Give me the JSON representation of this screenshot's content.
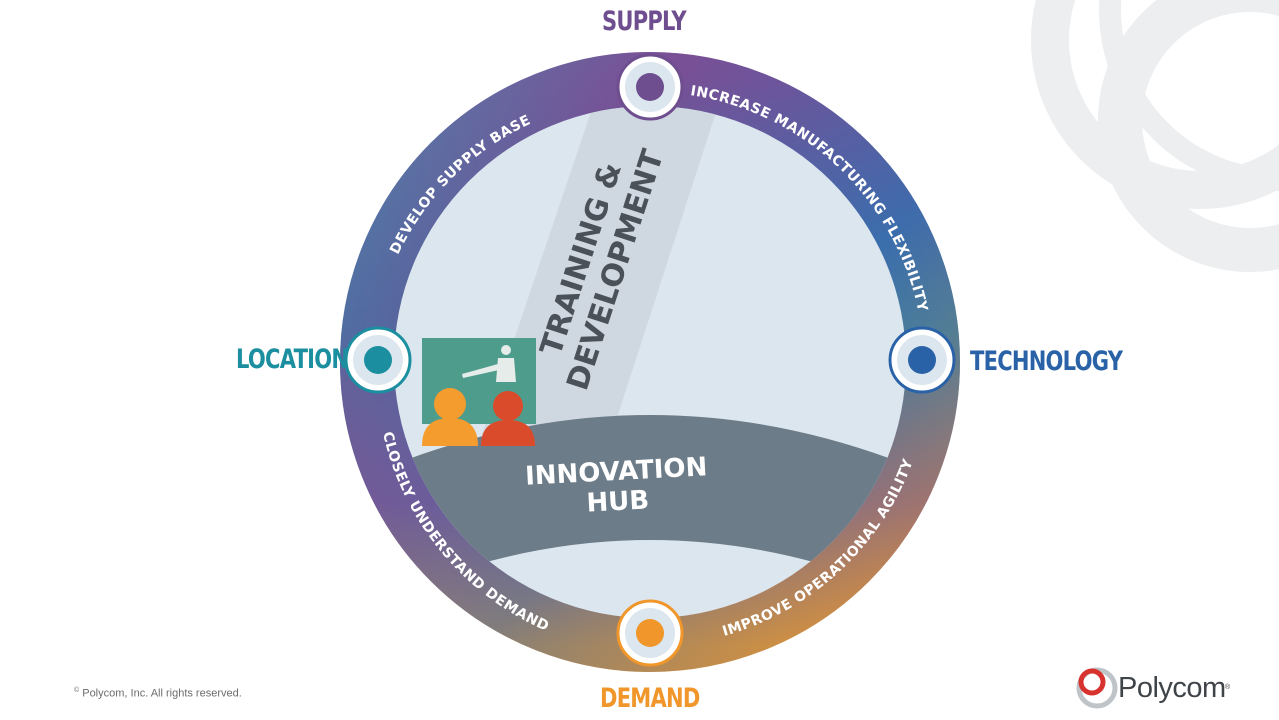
{
  "compass": {
    "top": "SUPPLY",
    "left": "LOCATION",
    "right": "TECHNOLOGY",
    "bottom": "DEMAND"
  },
  "ring_labels": {
    "top_left": "DEVELOP SUPPLY BASE",
    "top_right": "INCREASE MANUFACTURING FLEXIBILITY",
    "bottom_left": "CLOSELY UNDERSTAND DEMAND",
    "bottom_right": "IMPROVE OPERATIONAL AGILITY"
  },
  "center": {
    "band_line1": "TRAINING &",
    "band_line2": "DEVELOPMENT",
    "hub_line1": "INNOVATION",
    "hub_line2": "HUB"
  },
  "footer": {
    "copyright_symbol": "©",
    "copyright": " Polycom, Inc. All rights reserved.",
    "brand": "Polycom",
    "brand_mark": "®"
  },
  "icons": [
    "presentation-board-icon",
    "audience-people-icon",
    "polycom-logo-icon"
  ],
  "colors": {
    "supply": "#6e4e8e",
    "location": "#1b8fa0",
    "technology": "#2a62a8",
    "demand": "#f0962a",
    "hub": "#6c7c88",
    "inner_fill": "#dce6ee",
    "board": "#4e9d8c",
    "person_orange": "#f59c2e",
    "person_red": "#d94b2b"
  }
}
